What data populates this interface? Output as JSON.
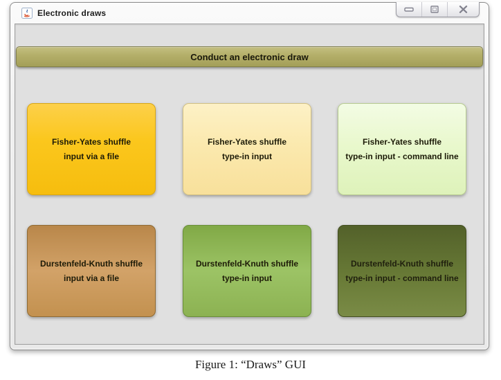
{
  "page": {
    "caption": "Figure 1: “Draws” GUI"
  },
  "window": {
    "title": "Electronic draws",
    "title_icon": "java-cup-icon",
    "controls": {
      "minimize": "minimize-button",
      "maximize": "maximize-button",
      "close": "close-button"
    },
    "header_button": {
      "label": "Conduct an electronic draw"
    },
    "grid_buttons": [
      {
        "lines": [
          "Fisher-Yates shuffle",
          "input via a file"
        ]
      },
      {
        "lines": [
          "Fisher-Yates shuffle",
          "type-in input"
        ]
      },
      {
        "lines": [
          "Fisher-Yates shuffle",
          "type-in input - command line"
        ]
      },
      {
        "lines": [
          "Durstenfeld-Knuth shuffle",
          "input via a file"
        ]
      },
      {
        "lines": [
          "Durstenfeld-Knuth shuffle",
          "type-in input"
        ]
      },
      {
        "lines": [
          "Durstenfeld-Knuth shuffle",
          "type-in input - command line"
        ]
      }
    ]
  },
  "colors": {
    "window_frame": "#f0f0f0",
    "panel_bg": "#e0e0e0",
    "header_bar": "#b3ae68",
    "btn_fisher_yates_file": "#fbc71d",
    "btn_fisher_yates_typein": "#fbe9ae",
    "btn_fisher_yates_cmd": "#e9f8cd",
    "btn_durstenfeld_file": "#cb9a5e",
    "btn_durstenfeld_typein": "#95bc5d",
    "btn_durstenfeld_cmd": "#687a36",
    "button_text": "#1d1b08"
  }
}
